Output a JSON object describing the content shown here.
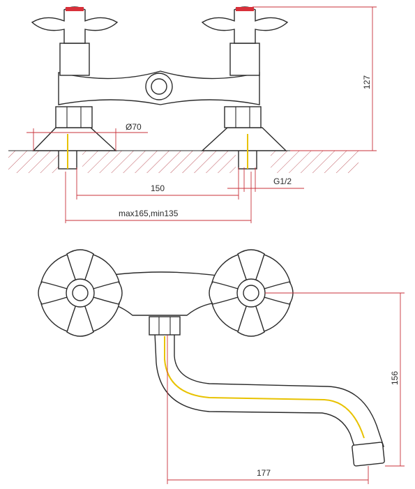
{
  "dimensions": {
    "height_top": "127",
    "diameter": "Ø70",
    "center_distance": "150",
    "thread": "G1/2",
    "range": "max165,min135",
    "spout_height": "156",
    "spout_reach": "177"
  },
  "colors": {
    "line": "#2a2a2a",
    "dimension": "#c8303a",
    "hot_marker": "#d8303a",
    "water_channel": "#e8c200"
  },
  "icons": {
    "handle": "cross-handle-icon"
  }
}
